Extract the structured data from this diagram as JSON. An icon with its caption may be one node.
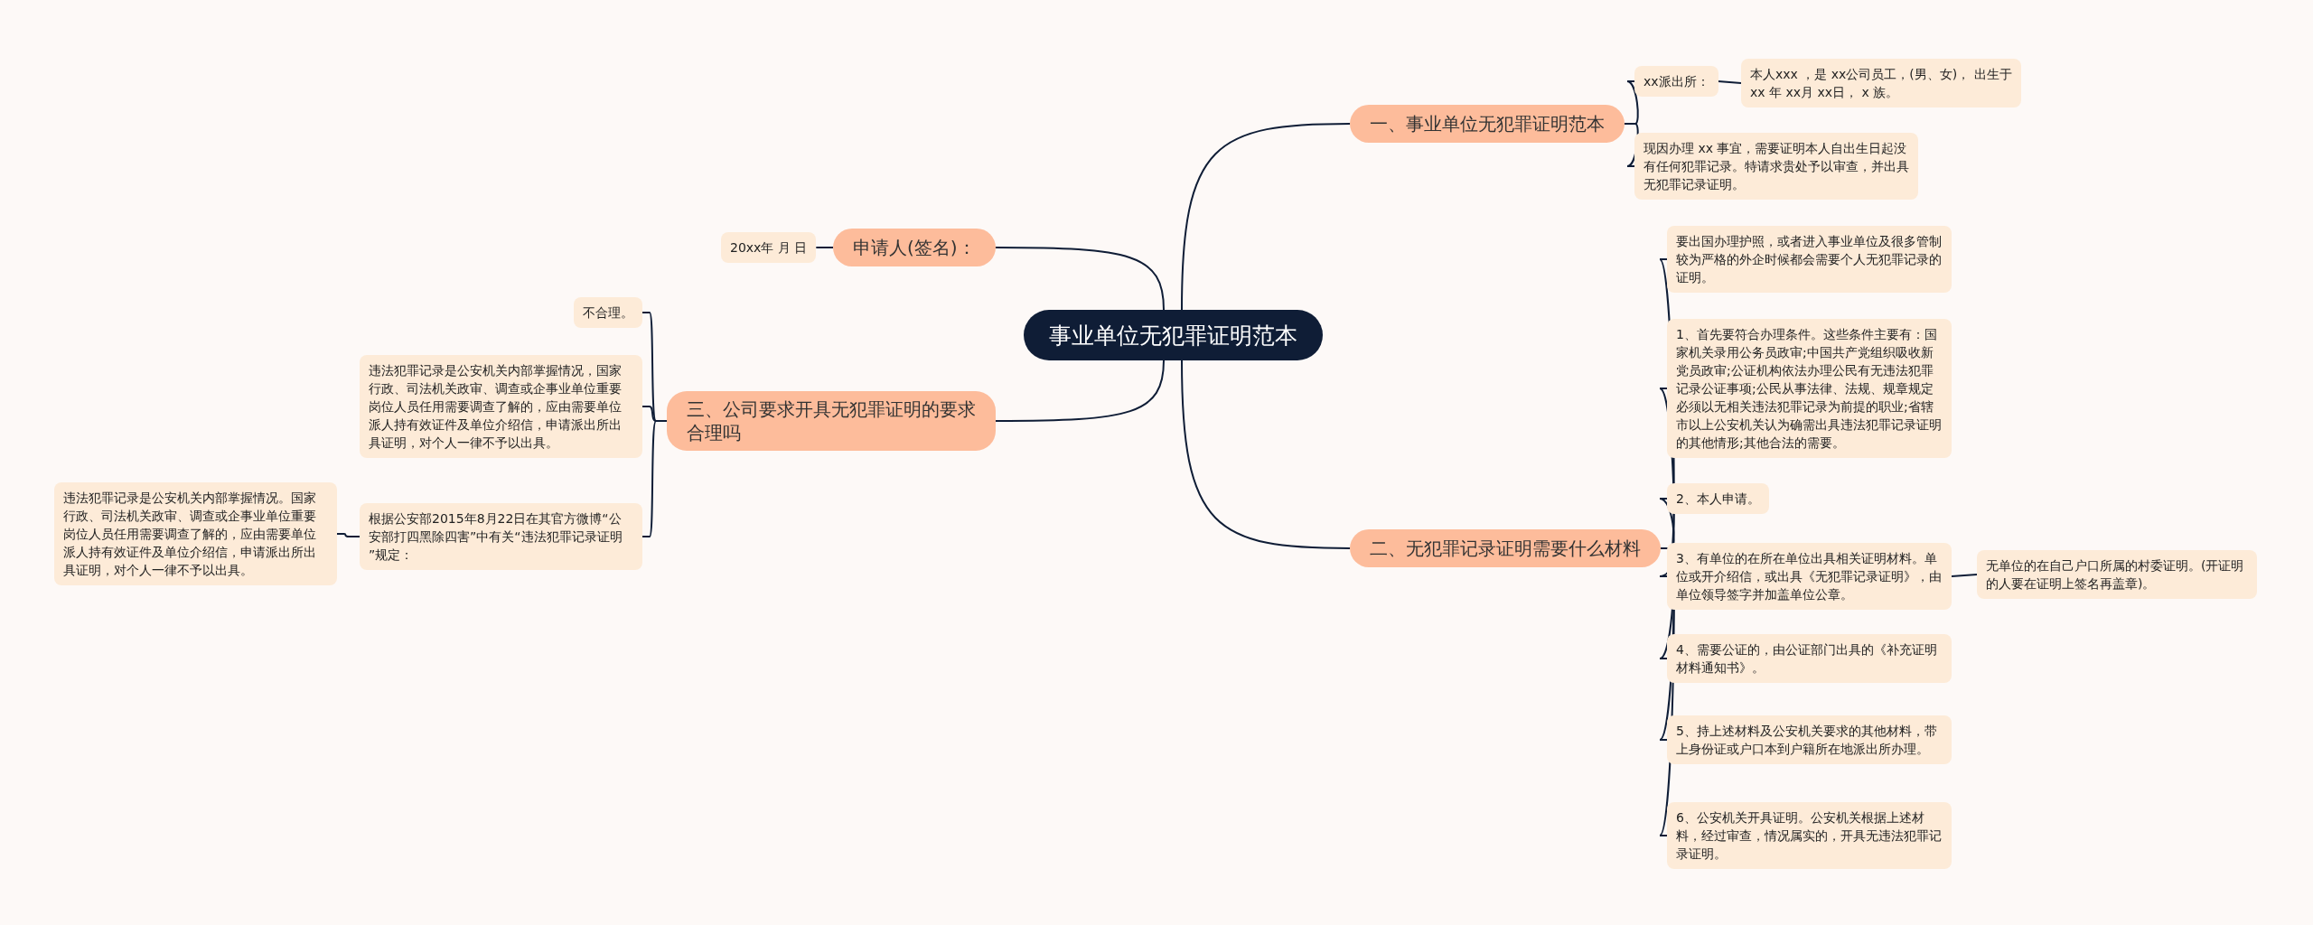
{
  "diagram": {
    "nodes": [
      {
        "text": [
          "事业单位无犯罪证明范本"
        ]
      },
      {
        "text": [
          "一、事业单位无犯罪证明范本"
        ]
      },
      {
        "text": [
          "xx派出所："
        ]
      },
      {
        "text": [
          "本人xxx ，是 xx公司员工，(男、女)， 出生于xx 年 xx月 xx日， x 族。"
        ]
      },
      {
        "text": [
          "现因办理 xx 事宜，需要证明本人自出生日起没有任何犯罪记录。特请求贵处予以审查，并出具无犯罪记录证明。"
        ]
      },
      {
        "text": [
          "二、无犯罪记录证明需要什么材料"
        ]
      },
      {
        "text": [
          "要出国办理护照，或者进入事业单位及很多管制较为严格的外企时候都会需要个人无犯罪记录的证明。"
        ]
      },
      {
        "text": [
          "1、首先要符合办理条件。这些条件主要有：国家机关录用公务员政审;中国共产党组织吸收新党员政审;公证机构依法办理公民有无违法犯罪记录公证事项;公民从事法律、法规、规章规定必须以无相关违法犯罪记录为前提的职业;省辖市以上公安机关认为确需出具违法犯罪记录证明的其他情形;其他合法的需要。"
        ]
      },
      {
        "text": [
          "2、本人申请。"
        ]
      },
      {
        "text": [
          "3、有单位的在所在单位出具相关证明材料。单位或开介绍信，或出具《无犯罪记录证明》，由单位领导签字并加盖单位公章。"
        ]
      },
      {
        "text": [
          "无单位的在自己户口所属的村委证明。(开证明的人要在证明上签名再盖章)。"
        ]
      },
      {
        "text": [
          "4、需要公证的，由公证部门出具的《补充证明材料通知书》。"
        ]
      },
      {
        "text": [
          "5、持上述材料及公安机关要求的其他材料，带上身份证或户口本到户籍所在地派出所办理。"
        ]
      },
      {
        "text": [
          "6、公安机关开具证明。公安机关根据上述材料，经过审查，情况属实的，开具无违法犯罪记录证明。"
        ]
      },
      {
        "text": [
          "申请人(签名)："
        ]
      },
      {
        "text": [
          "20xx年 月 日"
        ]
      },
      {
        "text": [
          "三、公司要求开具无犯罪证明的要求合理吗"
        ]
      },
      {
        "text": [
          "不合理。"
        ]
      },
      {
        "text": [
          "违法犯罪记录是公安机关内部掌握情况，国家行政、司法机关政审、调查或企事业单位重要岗位人员任用需要调查了解的，应由需要单位派人持有效证件及单位介绍信，申请派出所出具证明，对个人一律不予以出具。"
        ]
      },
      {
        "text": [
          "根据公安部2015年8月22日在其官方微博“公安部打四黑除四害”中有关“违法犯罪记录证明 ”规定："
        ]
      },
      {
        "text": [
          "违法犯罪记录是公安机关内部掌握情况。国家行政、司法机关政审、调查或企事业单位重要岗位人员任用需要调查了解的，应由需要单位派人持有效证件及单位介绍信，申请派出所出具证明，对个人一律不予以出具。"
        ]
      }
    ],
    "edges": [
      {
        "from": 0,
        "to": 1,
        "arrow": "none"
      },
      {
        "from": 1,
        "to": 2,
        "arrow": "none"
      },
      {
        "from": 2,
        "to": 3,
        "arrow": "none"
      },
      {
        "from": 1,
        "to": 4,
        "arrow": "none"
      },
      {
        "from": 0,
        "to": 5,
        "arrow": "none"
      },
      {
        "from": 5,
        "to": 6,
        "arrow": "none"
      },
      {
        "from": 5,
        "to": 7,
        "arrow": "none"
      },
      {
        "from": 5,
        "to": 8,
        "arrow": "none"
      },
      {
        "from": 5,
        "to": 9,
        "arrow": "none"
      },
      {
        "from": 9,
        "to": 10,
        "arrow": "none"
      },
      {
        "from": 5,
        "to": 11,
        "arrow": "none"
      },
      {
        "from": 5,
        "to": 12,
        "arrow": "none"
      },
      {
        "from": 5,
        "to": 13,
        "arrow": "none"
      },
      {
        "from": 0,
        "to": 14,
        "arrow": "none"
      },
      {
        "from": 14,
        "to": 15,
        "arrow": "none"
      },
      {
        "from": 0,
        "to": 16,
        "arrow": "none"
      },
      {
        "from": 16,
        "to": 17,
        "arrow": "none"
      },
      {
        "from": 16,
        "to": 18,
        "arrow": "none"
      },
      {
        "from": 16,
        "to": 19,
        "arrow": "none"
      },
      {
        "from": 19,
        "to": 20,
        "arrow": "none"
      }
    ]
  }
}
